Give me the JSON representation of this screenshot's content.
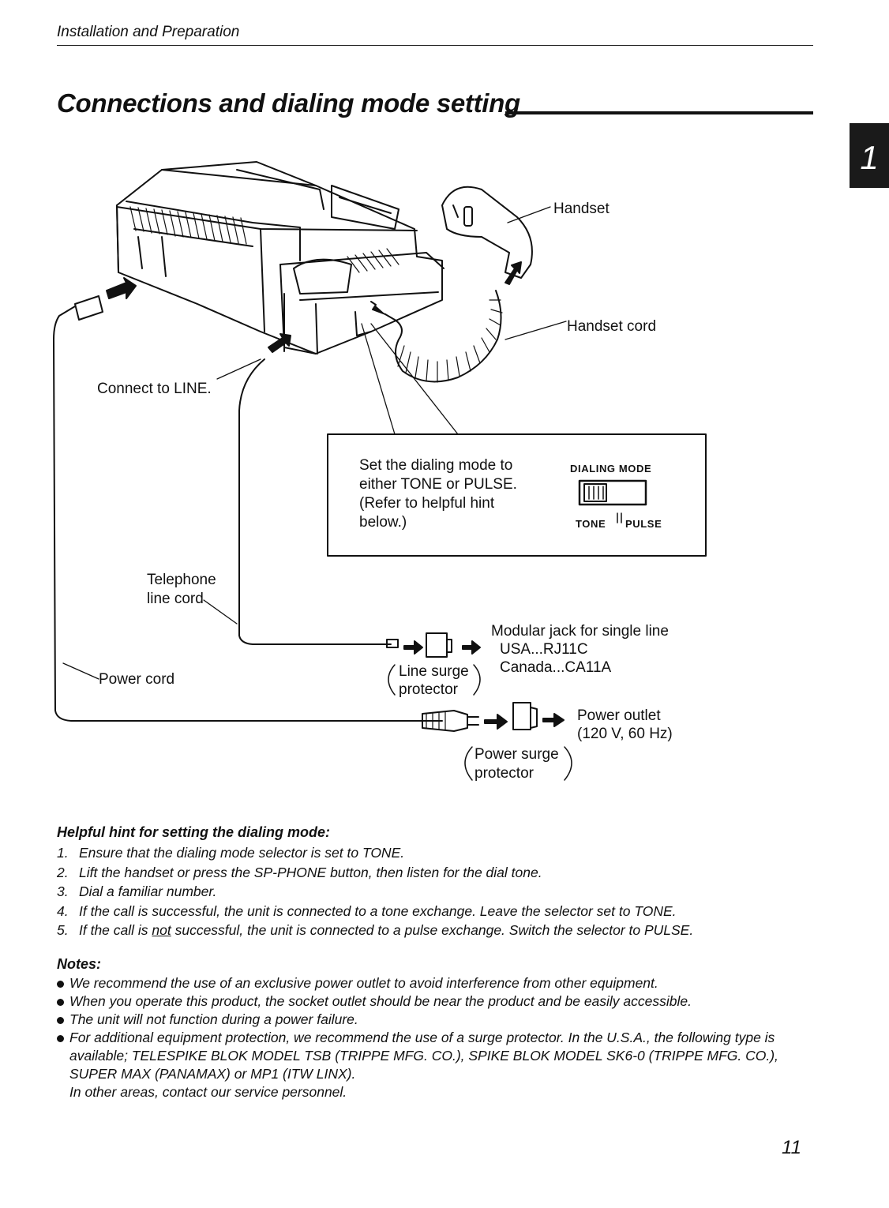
{
  "header": {
    "section": "Installation and Preparation"
  },
  "title": "Connections and dialing mode setting",
  "chapter_tab": "1",
  "diagram": {
    "handset": "Handset",
    "handset_cord": "Handset cord",
    "connect_to_line": "Connect to LINE.",
    "telephone_line_cord": [
      "Telephone",
      "line cord"
    ],
    "power_cord": "Power cord",
    "dialing_box": {
      "instruction": [
        "Set the dialing mode to",
        "either TONE or PULSE.",
        "(Refer to helpful hint",
        "below.)"
      ],
      "switch_title": "DIALING MODE",
      "tone": "TONE",
      "pulse": "PULSE"
    },
    "modular_jack": [
      "Modular jack for single line",
      "USA...RJ11C",
      "Canada...CA11A"
    ],
    "line_surge": [
      "Line surge",
      "protector"
    ],
    "power_outlet": [
      "Power outlet",
      "(120 V, 60 Hz)"
    ],
    "power_surge": [
      "Power surge",
      "protector"
    ]
  },
  "hint": {
    "title": "Helpful hint for setting the dialing mode:",
    "items": [
      {
        "num": "1.",
        "text": "Ensure that the dialing mode selector is set to TONE."
      },
      {
        "num": "2.",
        "text": "Lift the handset or press the SP-PHONE button, then listen for the dial tone."
      },
      {
        "num": "3.",
        "text": "Dial a familiar number."
      },
      {
        "num": "4.",
        "text": "If the call is successful, the unit is connected to a tone exchange. Leave the selector set to TONE."
      },
      {
        "num": "5.",
        "pre": "If the call is ",
        "emph": "not",
        "post": " successful, the unit is connected to a pulse exchange. Switch the selector to PULSE."
      }
    ]
  },
  "notes": {
    "title": "Notes:",
    "items": [
      "We recommend the use of an exclusive power outlet to avoid interference from other equipment.",
      "When you operate this product, the socket outlet should be near the product and be easily accessible.",
      "The unit will not function during a power failure.",
      "For additional equipment protection, we recommend the use of a surge protector. In the U.S.A., the following type is available; TELESPIKE BLOK MODEL TSB (TRIPPE MFG. CO.), SPIKE BLOK MODEL SK6-0 (TRIPPE MFG. CO.), SUPER MAX (PANAMAX) or MP1 (ITW LINX)."
    ],
    "continuation": "In other areas, contact our service personnel."
  },
  "page_number": "11"
}
